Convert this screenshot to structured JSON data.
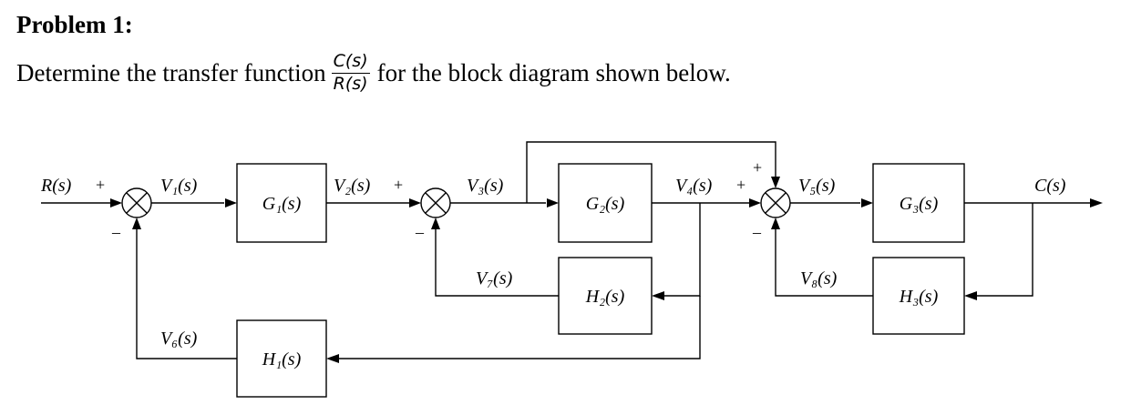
{
  "problem": {
    "title": "Problem 1:",
    "prompt_before": "Determine the transfer function",
    "fraction_numerator": "C(s)",
    "fraction_denominator": "R(s)",
    "prompt_after": "for the block diagram shown below."
  },
  "diagram": {
    "blocks": {
      "g1": "G₁(s)",
      "g2": "G₂(s)",
      "g3": "G₃(s)",
      "h1": "H₁(s)",
      "h2": "H₂(s)",
      "h3": "H₃(s)"
    },
    "signals": {
      "input": "R(s)",
      "output": "C(s)",
      "v1": "V₁(s)",
      "v2": "V₂(s)",
      "v3": "V₃(s)",
      "v4": "V₄(s)",
      "v5": "V₅(s)",
      "v6": "V₆(s)",
      "v7": "V₇(s)",
      "v8": "V₈(s)"
    },
    "signs": {
      "plus": "+",
      "minus": "–"
    }
  }
}
